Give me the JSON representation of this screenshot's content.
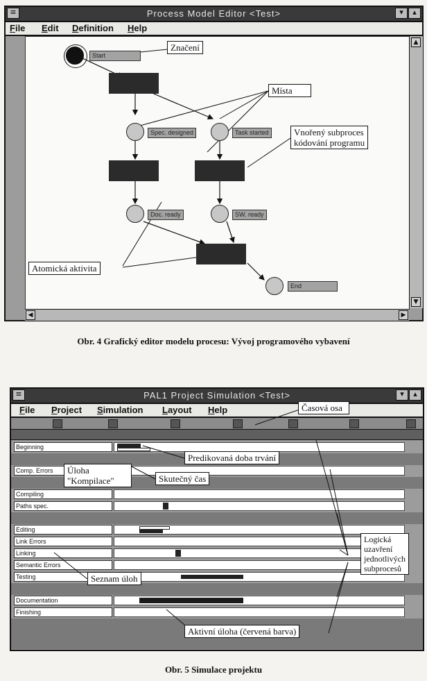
{
  "fig4": {
    "window_title": "Process Model Editor  <Test>",
    "menu": [
      "File",
      "Edit",
      "Definition",
      "Help"
    ],
    "labels": {
      "start": "Start",
      "spec_designed": "Spec. designed",
      "task_started": "Task started",
      "doc_ready": "Doc. ready",
      "sw_ready": "SW. ready",
      "end": "End"
    },
    "callouts": {
      "marking": "Značení",
      "places": "Místa",
      "subprocess_l1": "Vnořený subproces",
      "subprocess_l2": "kódování programu",
      "atomic": "Atomická aktivita"
    },
    "caption": "Obr. 4 Grafický editor modelu procesu: Vývoj programového vybavení"
  },
  "fig5": {
    "window_title": "PAL1 Project Simulation  <Test>",
    "menu": [
      "File",
      "Project",
      "Simulation",
      "Layout",
      "Help"
    ],
    "tasks": [
      "Beginning",
      "Comp. Errors",
      "Compiling",
      "Paths spec.",
      "Editing",
      "Link Errors",
      "Linking",
      "Semantic Errors",
      "Testing",
      "Documentation",
      "Finishing"
    ],
    "callouts": {
      "timeline": "Časová osa",
      "predicted": "Predikovaná doba trvání",
      "task_l1": "Úloha",
      "task_l2": "\"Kompilace\"",
      "actual": "Skutečný čas",
      "logical_l1": "Logická",
      "logical_l2": "uzavření",
      "logical_l3": "jednotlivých",
      "logical_l4": "subprocesů",
      "task_list": "Seznam úloh",
      "active": "Aktivní úloha (červená barva)"
    },
    "caption": "Obr. 5 Simulace projektu"
  },
  "icons": [
    "system-menu-icon",
    "minimize-icon",
    "maximize-icon",
    "scroll-up-icon",
    "scroll-down-icon",
    "scroll-left-icon",
    "scroll-right-icon"
  ]
}
